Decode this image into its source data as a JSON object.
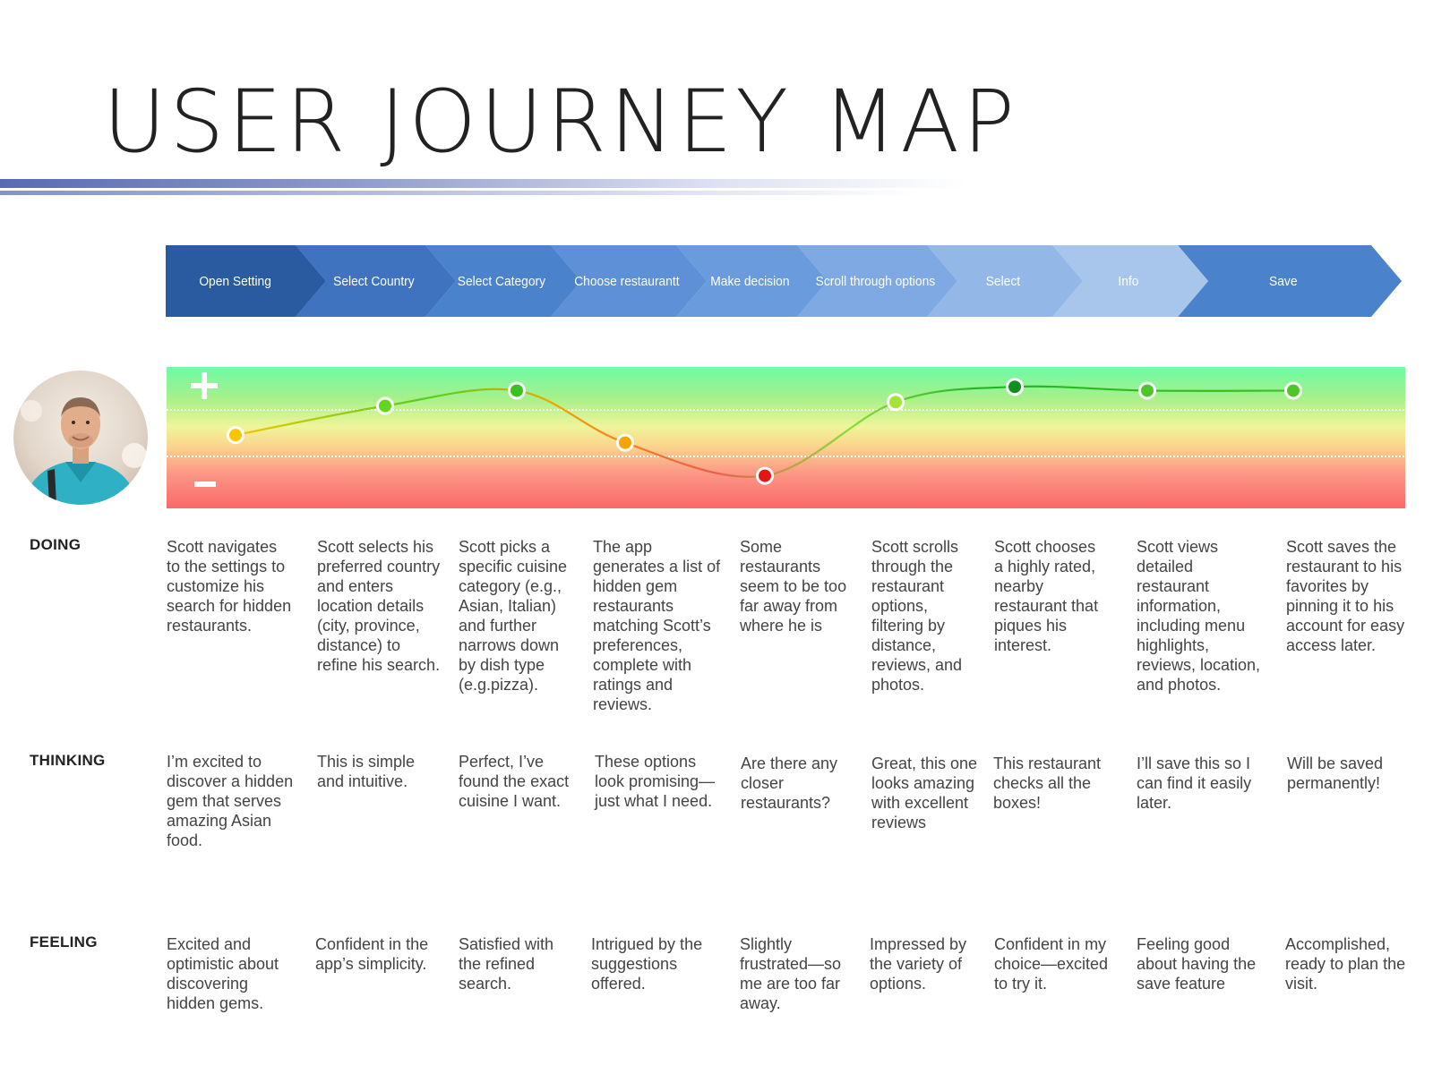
{
  "title": "USER JOURNEY MAP",
  "stages": [
    "Open Setting",
    "Select Country",
    "Select Category",
    "Choose restaurantt",
    "Make decision",
    "Scroll through options",
    "Select",
    "Info",
    "Save"
  ],
  "emotion_scale": {
    "positive_symbol": "+",
    "negative_symbol": "–"
  },
  "emotion_levels": [
    0.52,
    0.75,
    0.87,
    0.46,
    0.2,
    0.78,
    0.9,
    0.87,
    0.87
  ],
  "emotion_colors": [
    "#f7c600",
    "#62d61c",
    "#3cc21c",
    "#f5a300",
    "#e21612",
    "#a5e339",
    "#0e8f1f",
    "#4fc628",
    "#4fc628"
  ],
  "rows": {
    "doing": {
      "label": "DOING",
      "items": [
        "Scott navigates to the settings to customize his search for hidden restaurants.",
        "Scott selects his preferred country and enters location details (city, province, distance) to refine his search.",
        "Scott picks a specific cuisine category (e.g., Asian, Italian) and further narrows down by dish type (e.g.pizza).",
        "The app generates a list of hidden gem restaurants matching Scott’s preferences, complete with ratings and reviews.",
        "Some restaurants seem to be too far away from where he is",
        "Scott scrolls through the restaurant options, filtering by distance, reviews, and photos.",
        "Scott chooses a highly rated, nearby restaurant that piques his interest.",
        "Scott views detailed restaurant information, including menu highlights, reviews, location, and photos.",
        "Scott saves the restaurant to his favorites by pinning it to his account for easy access later."
      ]
    },
    "thinking": {
      "label": "THINKING",
      "items": [
        "I’m excited to discover a hidden gem that serves amazing Asian food.",
        "This is simple and intuitive.",
        "Perfect, I’ve found the exact cuisine I want.",
        "These options look promising—just what I need.",
        "Are there any closer restaurants?",
        "Great, this one looks amazing with excellent reviews",
        "This restaurant checks all the boxes!",
        "I’ll save this so I can find it easily later.",
        "Will be saved permanently!"
      ]
    },
    "feeling": {
      "label": "FEELING",
      "items": [
        "Excited and optimistic about discovering hidden gems.",
        "Confident in the app’s simplicity.",
        "Satisfied with the refined search.",
        "Intrigued by the suggestions offered.",
        "Slightly frustrated—so me are too far away.",
        "Impressed by the variety of options.",
        "Confident in my choice—excited to try it.",
        "Feeling good about having the save feature",
        "Accomplished, ready to plan the visit."
      ]
    }
  },
  "colors": {
    "stage_fills": [
      "#2a5aa0",
      "#3f73c0",
      "#4a82cc",
      "#5d90d6",
      "#6a9bdc",
      "#7ea9e2",
      "#93b7e6",
      "#a8c6ec",
      "#4a82cc"
    ]
  }
}
